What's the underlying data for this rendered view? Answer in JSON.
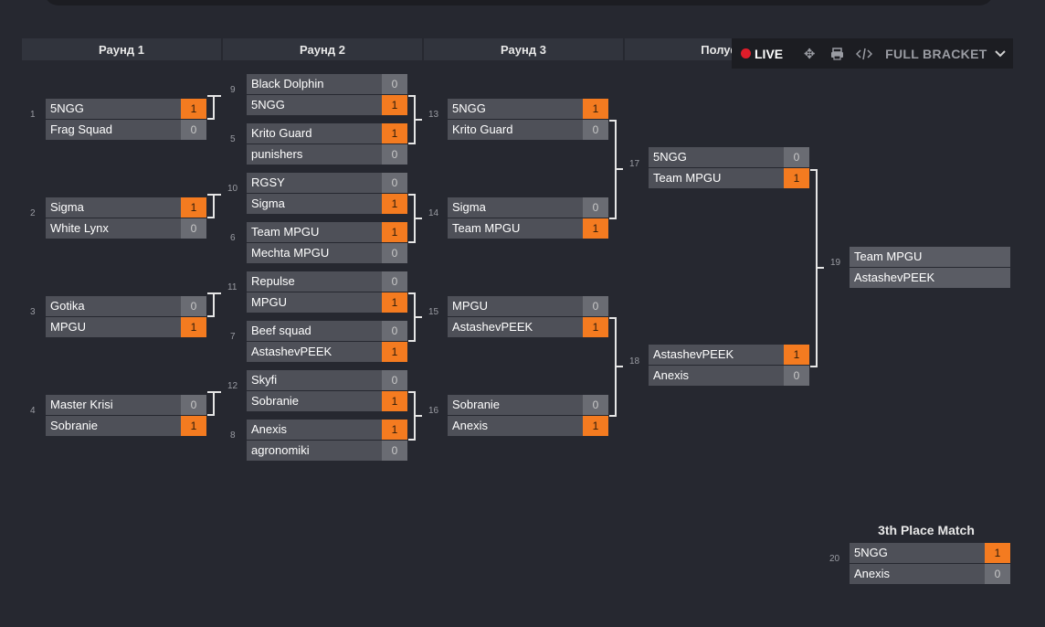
{
  "rounds": [
    "Раунд 1",
    "Раунд 2",
    "Раунд 3",
    "Полуфи"
  ],
  "toolbar": {
    "live": "LIVE",
    "full_bracket": "FULL BRACKET"
  },
  "third_place_title": "3th Place Match",
  "matches": {
    "m1": {
      "num": "1",
      "t1": "5NGG",
      "s1": "1",
      "t2": "Frag Squad",
      "s2": "0"
    },
    "m2": {
      "num": "2",
      "t1": "Sigma",
      "s1": "1",
      "t2": "White Lynx",
      "s2": "0"
    },
    "m3": {
      "num": "3",
      "t1": "Gotika",
      "s1": "0",
      "t2": "MPGU",
      "s2": "1"
    },
    "m4": {
      "num": "4",
      "t1": "Master Krisi",
      "s1": "0",
      "t2": "Sobranie",
      "s2": "1"
    },
    "m9": {
      "num": "9",
      "t1": "Black Dolphin",
      "s1": "0",
      "t2": "5NGG",
      "s2": "1"
    },
    "m5": {
      "num": "5",
      "t1": "Krito Guard",
      "s1": "1",
      "t2": "punishers",
      "s2": "0"
    },
    "m10": {
      "num": "10",
      "t1": "RGSY",
      "s1": "0",
      "t2": "Sigma",
      "s2": "1"
    },
    "m6": {
      "num": "6",
      "t1": "Team MPGU",
      "s1": "1",
      "t2": "Mechta MPGU",
      "s2": "0"
    },
    "m11": {
      "num": "11",
      "t1": "Repulse",
      "s1": "0",
      "t2": "MPGU",
      "s2": "1"
    },
    "m7": {
      "num": "7",
      "t1": "Beef squad",
      "s1": "0",
      "t2": "AstashevPEEK",
      "s2": "1"
    },
    "m12": {
      "num": "12",
      "t1": "Skyfi",
      "s1": "0",
      "t2": "Sobranie",
      "s2": "1"
    },
    "m8": {
      "num": "8",
      "t1": "Anexis",
      "s1": "1",
      "t2": "agronomiki",
      "s2": "0"
    },
    "m13": {
      "num": "13",
      "t1": "5NGG",
      "s1": "1",
      "t2": "Krito Guard",
      "s2": "0"
    },
    "m14": {
      "num": "14",
      "t1": "Sigma",
      "s1": "0",
      "t2": "Team MPGU",
      "s2": "1"
    },
    "m15": {
      "num": "15",
      "t1": "MPGU",
      "s1": "0",
      "t2": "AstashevPEEK",
      "s2": "1"
    },
    "m16": {
      "num": "16",
      "t1": "Sobranie",
      "s1": "0",
      "t2": "Anexis",
      "s2": "1"
    },
    "m17": {
      "num": "17",
      "t1": "5NGG",
      "s1": "0",
      "t2": "Team MPGU",
      "s2": "1"
    },
    "m18": {
      "num": "18",
      "t1": "AstashevPEEK",
      "s1": "1",
      "t2": "Anexis",
      "s2": "0"
    },
    "m19": {
      "num": "19",
      "t1": "Team MPGU",
      "s1": "",
      "t2": "AstashevPEEK",
      "s2": ""
    },
    "m20": {
      "num": "20",
      "t1": "5NGG",
      "s1": "1",
      "t2": "Anexis",
      "s2": "0"
    }
  },
  "colors": {
    "win": "#f47b20",
    "loss": "#6a6c73",
    "name_bg": "#4e5058",
    "live": "#e11d2a"
  }
}
